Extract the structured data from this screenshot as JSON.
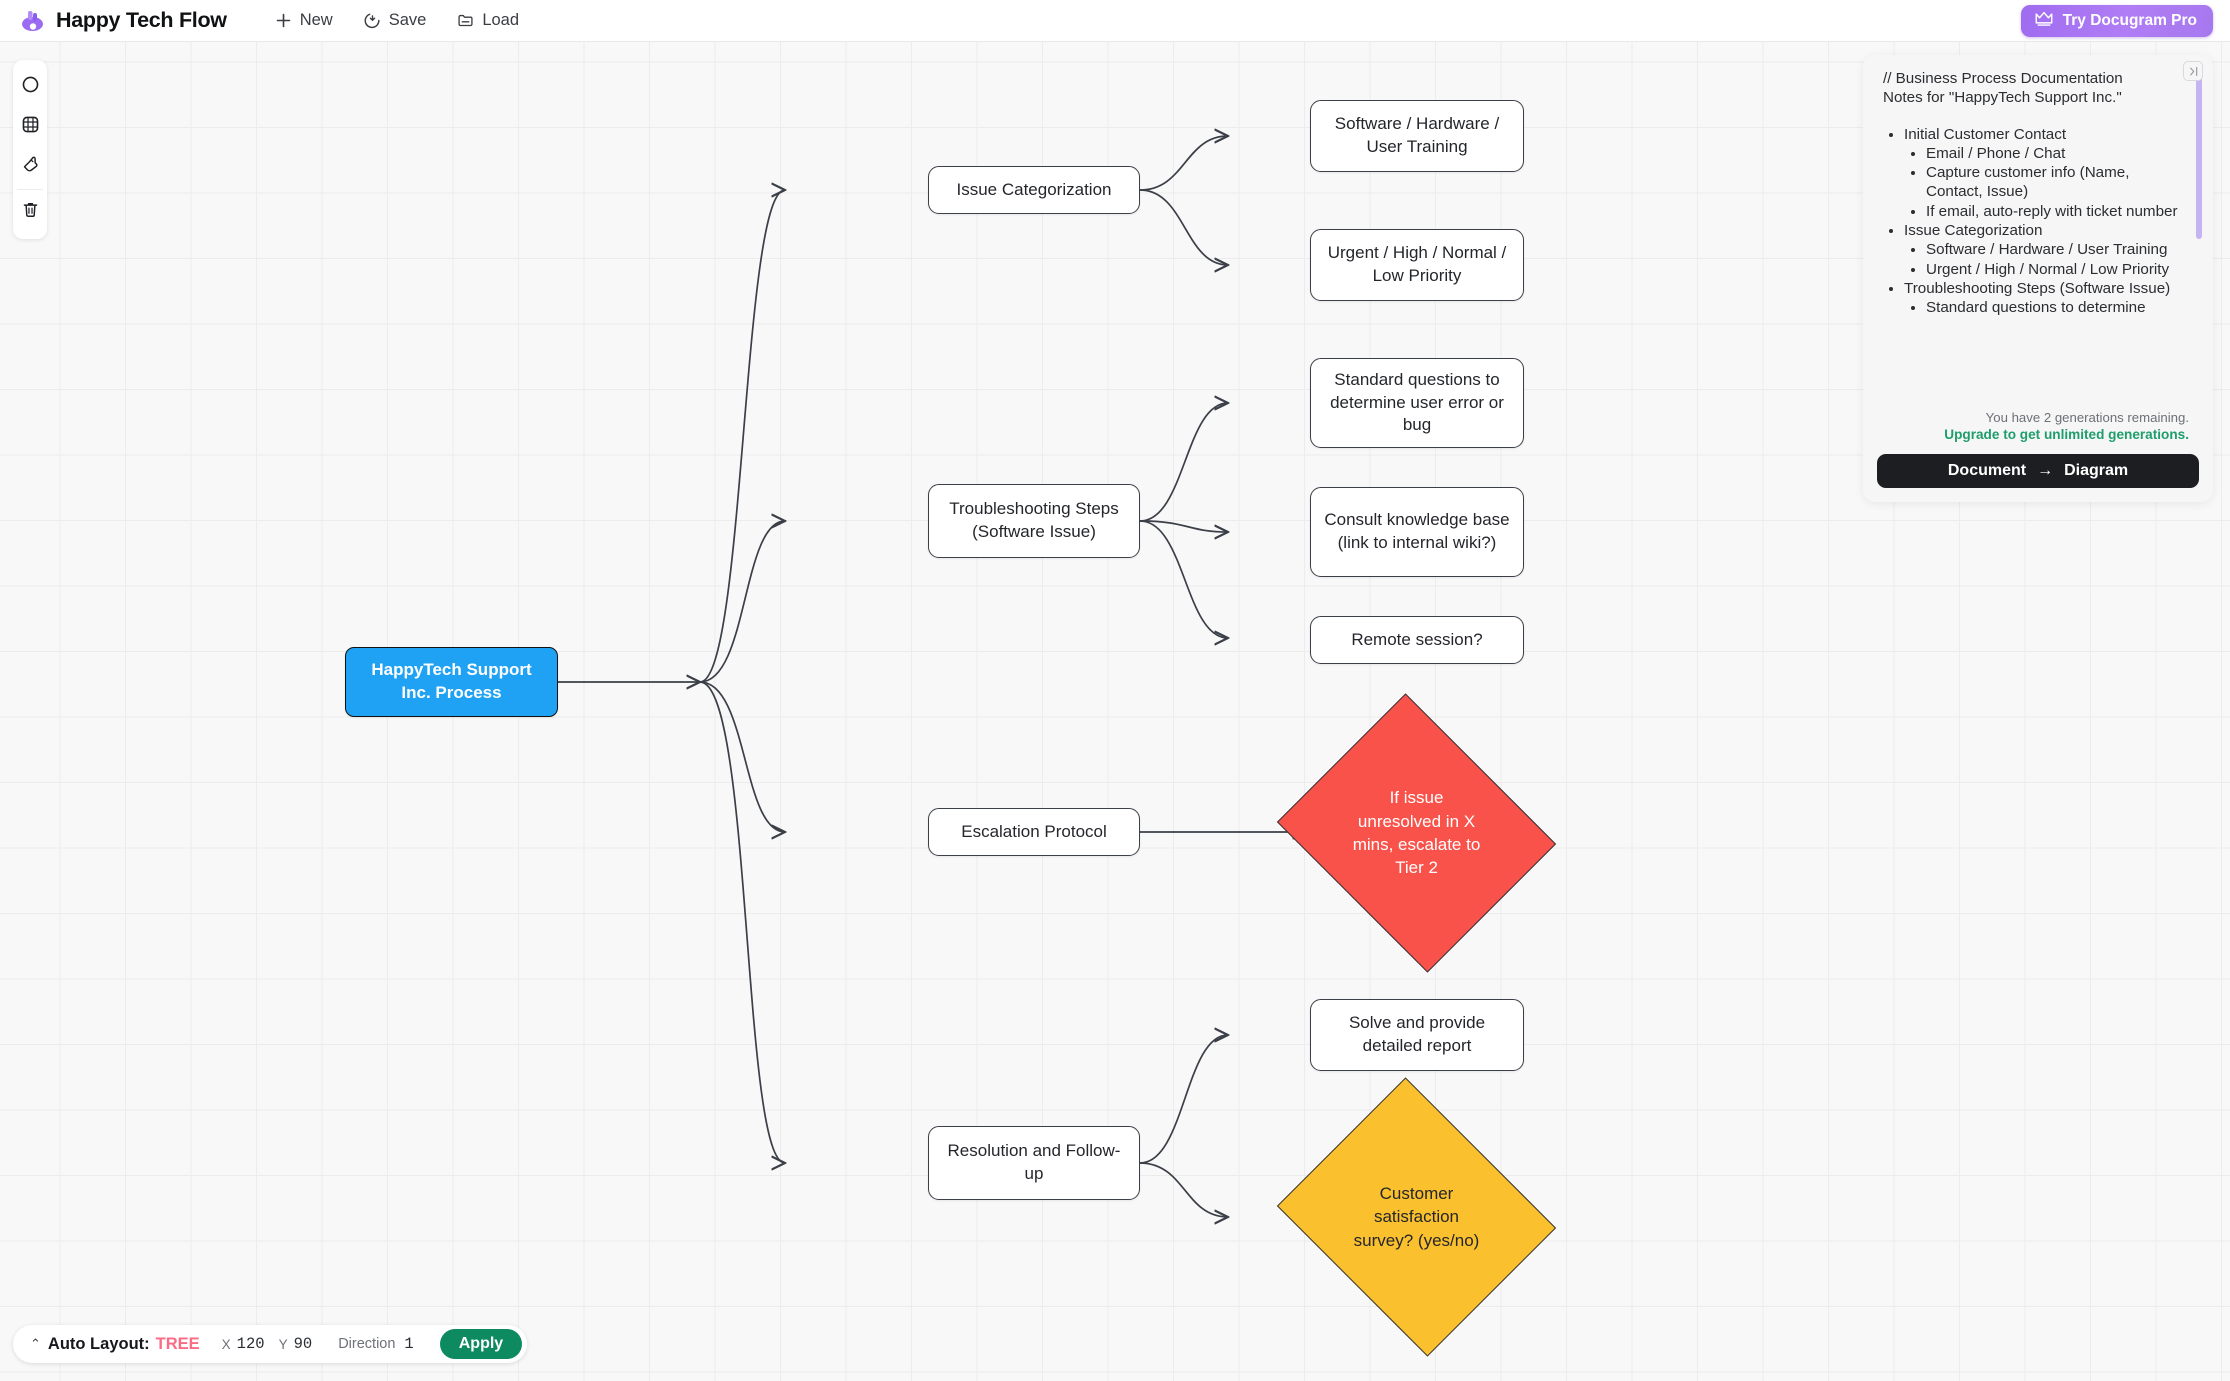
{
  "app": {
    "title": "Happy Tech Flow",
    "logo_icon": "purple-blob-logo",
    "menu": [
      {
        "label": "New",
        "icon": "plus-icon"
      },
      {
        "label": "Save",
        "icon": "save-icon"
      },
      {
        "label": "Load",
        "icon": "folder-icon"
      }
    ],
    "pro_button": {
      "label": "Try Docugram Pro",
      "icon": "crown-icon",
      "color": "#a878f0"
    }
  },
  "toolrail": [
    {
      "name": "shape-circle-tool",
      "icon": "circle-icon"
    },
    {
      "name": "grid-tool",
      "icon": "grid-icon"
    },
    {
      "name": "pointer-tool",
      "icon": "hand-pointer-icon"
    },
    {
      "name": "delete-tool",
      "icon": "trash-icon"
    }
  ],
  "notes": {
    "header_line1": "// Business Process Documentation",
    "header_line2": "Notes for \"HappyTech Support Inc.\"",
    "outline": [
      {
        "text": "Initial Customer Contact",
        "children": [
          "Email / Phone / Chat",
          "Capture customer info (Name, Contact, Issue)",
          "If email, auto-reply with ticket number"
        ]
      },
      {
        "text": "Issue Categorization",
        "children": [
          "Software / Hardware / User Training",
          "Urgent / High / Normal / Low Priority"
        ]
      },
      {
        "text": "Troubleshooting Steps (Software Issue)",
        "children": [
          "Standard questions to determine"
        ]
      }
    ],
    "generations_note": "You have 2 generations remaining.",
    "upgrade_link": "Upgrade to get unlimited generations.",
    "convert_button": {
      "from": "Document",
      "arrow": "→",
      "to": "Diagram"
    },
    "collapse_icon": "collapse-panel-icon",
    "scrollbar_color": "#c6b3f2"
  },
  "autolayout": {
    "caret": "⌃",
    "title": "Auto Layout:",
    "mode": "TREE",
    "x_label": "X",
    "x_value": "120",
    "y_label": "Y",
    "y_value": "90",
    "direction_label": "Direction",
    "direction_value": "1",
    "apply_label": "Apply",
    "mode_color": "#fb6b85",
    "apply_color": "#0d8a5f"
  },
  "diagram": {
    "nodes": [
      {
        "id": "root",
        "label": "HappyTech Support Inc. Process",
        "type": "root-box",
        "color": "#1fa2f3"
      },
      {
        "id": "cat",
        "label": "Issue Categorization",
        "type": "box"
      },
      {
        "id": "cat1",
        "label": "Software / Hardware / User Training",
        "type": "box"
      },
      {
        "id": "cat2",
        "label": "Urgent / High / Normal / Low Priority",
        "type": "box"
      },
      {
        "id": "trouble",
        "label": "Troubleshooting Steps (Software Issue)",
        "type": "box"
      },
      {
        "id": "tr1",
        "label": "Standard questions to determine user error or bug",
        "type": "box"
      },
      {
        "id": "tr2",
        "label": "Consult knowledge base (link to internal wiki?)",
        "type": "box"
      },
      {
        "id": "tr3",
        "label": "Remote session?",
        "type": "box"
      },
      {
        "id": "escalate",
        "label": "Escalation Protocol",
        "type": "box"
      },
      {
        "id": "esc1",
        "label": "If issue unresolved in X mins, escalate to Tier 2",
        "type": "diamond-red",
        "color": "#f9524b"
      },
      {
        "id": "resolve",
        "label": "Resolution and Follow-up",
        "type": "box"
      },
      {
        "id": "res1",
        "label": "Solve and provide detailed report",
        "type": "box"
      },
      {
        "id": "res2",
        "label": "Customer satisfaction survey? (yes/no)",
        "type": "diamond-yellow",
        "color": "#fbc02d"
      }
    ]
  }
}
